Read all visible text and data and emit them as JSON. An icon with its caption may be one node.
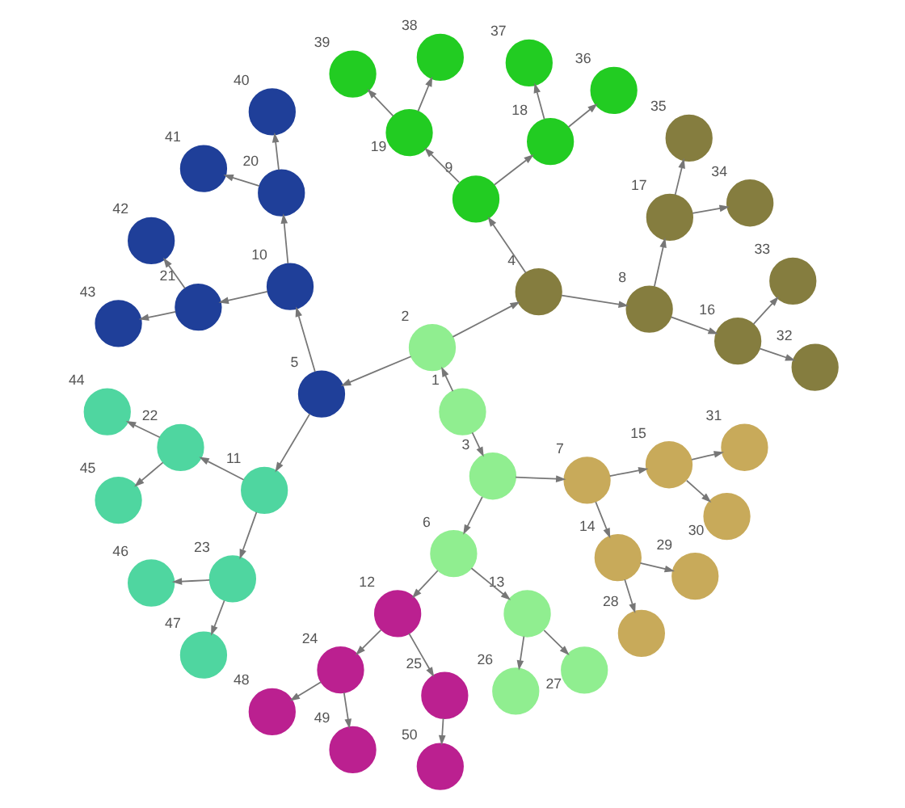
{
  "diagram": {
    "nodes": [
      {
        "text": [
          "1"
        ]
      },
      {
        "text": [
          "2"
        ]
      },
      {
        "text": [
          "3"
        ]
      },
      {
        "text": [
          "4"
        ]
      },
      {
        "text": [
          "5"
        ]
      },
      {
        "text": [
          "6"
        ]
      },
      {
        "text": [
          "7"
        ]
      },
      {
        "text": [
          "8"
        ]
      },
      {
        "text": [
          "9"
        ]
      },
      {
        "text": [
          "10"
        ]
      },
      {
        "text": [
          "11"
        ]
      },
      {
        "text": [
          "12"
        ]
      },
      {
        "text": [
          "13"
        ]
      },
      {
        "text": [
          "14"
        ]
      },
      {
        "text": [
          "15"
        ]
      },
      {
        "text": [
          "16"
        ]
      },
      {
        "text": [
          "17"
        ]
      },
      {
        "text": [
          "18"
        ]
      },
      {
        "text": [
          "19"
        ]
      },
      {
        "text": [
          "20"
        ]
      },
      {
        "text": [
          "21"
        ]
      },
      {
        "text": [
          "22"
        ]
      },
      {
        "text": [
          "23"
        ]
      },
      {
        "text": [
          "24"
        ]
      },
      {
        "text": [
          "25"
        ]
      },
      {
        "text": [
          "26"
        ]
      },
      {
        "text": [
          "27"
        ]
      },
      {
        "text": [
          "28"
        ]
      },
      {
        "text": [
          "29"
        ]
      },
      {
        "text": [
          "30"
        ]
      },
      {
        "text": [
          "31"
        ]
      },
      {
        "text": [
          "32"
        ]
      },
      {
        "text": [
          "33"
        ]
      },
      {
        "text": [
          "34"
        ]
      },
      {
        "text": [
          "35"
        ]
      },
      {
        "text": [
          "36"
        ]
      },
      {
        "text": [
          "37"
        ]
      },
      {
        "text": [
          "38"
        ]
      },
      {
        "text": [
          "39"
        ]
      },
      {
        "text": [
          "40"
        ]
      },
      {
        "text": [
          "41"
        ]
      },
      {
        "text": [
          "42"
        ]
      },
      {
        "text": [
          "43"
        ]
      },
      {
        "text": [
          "44"
        ]
      },
      {
        "text": [
          "45"
        ]
      },
      {
        "text": [
          "46"
        ]
      },
      {
        "text": [
          "47"
        ]
      },
      {
        "text": [
          "48"
        ]
      },
      {
        "text": [
          "49"
        ]
      },
      {
        "text": [
          "50"
        ]
      }
    ],
    "edges": [
      {
        "from": 0,
        "to": 1,
        "arrow": "to"
      },
      {
        "from": 0,
        "to": 2,
        "arrow": "to"
      },
      {
        "from": 1,
        "to": 3,
        "arrow": "to"
      },
      {
        "from": 1,
        "to": 4,
        "arrow": "to"
      },
      {
        "from": 2,
        "to": 5,
        "arrow": "to"
      },
      {
        "from": 2,
        "to": 6,
        "arrow": "to"
      },
      {
        "from": 3,
        "to": 7,
        "arrow": "to"
      },
      {
        "from": 3,
        "to": 8,
        "arrow": "to"
      },
      {
        "from": 4,
        "to": 9,
        "arrow": "to"
      },
      {
        "from": 4,
        "to": 10,
        "arrow": "to"
      },
      {
        "from": 5,
        "to": 11,
        "arrow": "to"
      },
      {
        "from": 5,
        "to": 12,
        "arrow": "to"
      },
      {
        "from": 6,
        "to": 13,
        "arrow": "to"
      },
      {
        "from": 6,
        "to": 14,
        "arrow": "to"
      },
      {
        "from": 7,
        "to": 15,
        "arrow": "to"
      },
      {
        "from": 7,
        "to": 16,
        "arrow": "to"
      },
      {
        "from": 8,
        "to": 17,
        "arrow": "to"
      },
      {
        "from": 8,
        "to": 18,
        "arrow": "to"
      },
      {
        "from": 9,
        "to": 19,
        "arrow": "to"
      },
      {
        "from": 9,
        "to": 20,
        "arrow": "to"
      },
      {
        "from": 10,
        "to": 21,
        "arrow": "to"
      },
      {
        "from": 10,
        "to": 22,
        "arrow": "to"
      },
      {
        "from": 11,
        "to": 23,
        "arrow": "to"
      },
      {
        "from": 11,
        "to": 24,
        "arrow": "to"
      },
      {
        "from": 12,
        "to": 25,
        "arrow": "to"
      },
      {
        "from": 12,
        "to": 26,
        "arrow": "to"
      },
      {
        "from": 13,
        "to": 27,
        "arrow": "to"
      },
      {
        "from": 13,
        "to": 28,
        "arrow": "to"
      },
      {
        "from": 14,
        "to": 29,
        "arrow": "to"
      },
      {
        "from": 14,
        "to": 30,
        "arrow": "to"
      },
      {
        "from": 15,
        "to": 31,
        "arrow": "to"
      },
      {
        "from": 15,
        "to": 32,
        "arrow": "to"
      },
      {
        "from": 16,
        "to": 33,
        "arrow": "to"
      },
      {
        "from": 16,
        "to": 34,
        "arrow": "to"
      },
      {
        "from": 17,
        "to": 35,
        "arrow": "to"
      },
      {
        "from": 17,
        "to": 36,
        "arrow": "to"
      },
      {
        "from": 18,
        "to": 37,
        "arrow": "to"
      },
      {
        "from": 18,
        "to": 38,
        "arrow": "to"
      },
      {
        "from": 19,
        "to": 39,
        "arrow": "to"
      },
      {
        "from": 19,
        "to": 40,
        "arrow": "to"
      },
      {
        "from": 20,
        "to": 41,
        "arrow": "to"
      },
      {
        "from": 20,
        "to": 42,
        "arrow": "to"
      },
      {
        "from": 21,
        "to": 43,
        "arrow": "to"
      },
      {
        "from": 21,
        "to": 44,
        "arrow": "to"
      },
      {
        "from": 22,
        "to": 45,
        "arrow": "to"
      },
      {
        "from": 22,
        "to": 46,
        "arrow": "to"
      },
      {
        "from": 23,
        "to": 47,
        "arrow": "to"
      },
      {
        "from": 23,
        "to": 48,
        "arrow": "to"
      },
      {
        "from": 24,
        "to": 49,
        "arrow": "to"
      }
    ]
  }
}
